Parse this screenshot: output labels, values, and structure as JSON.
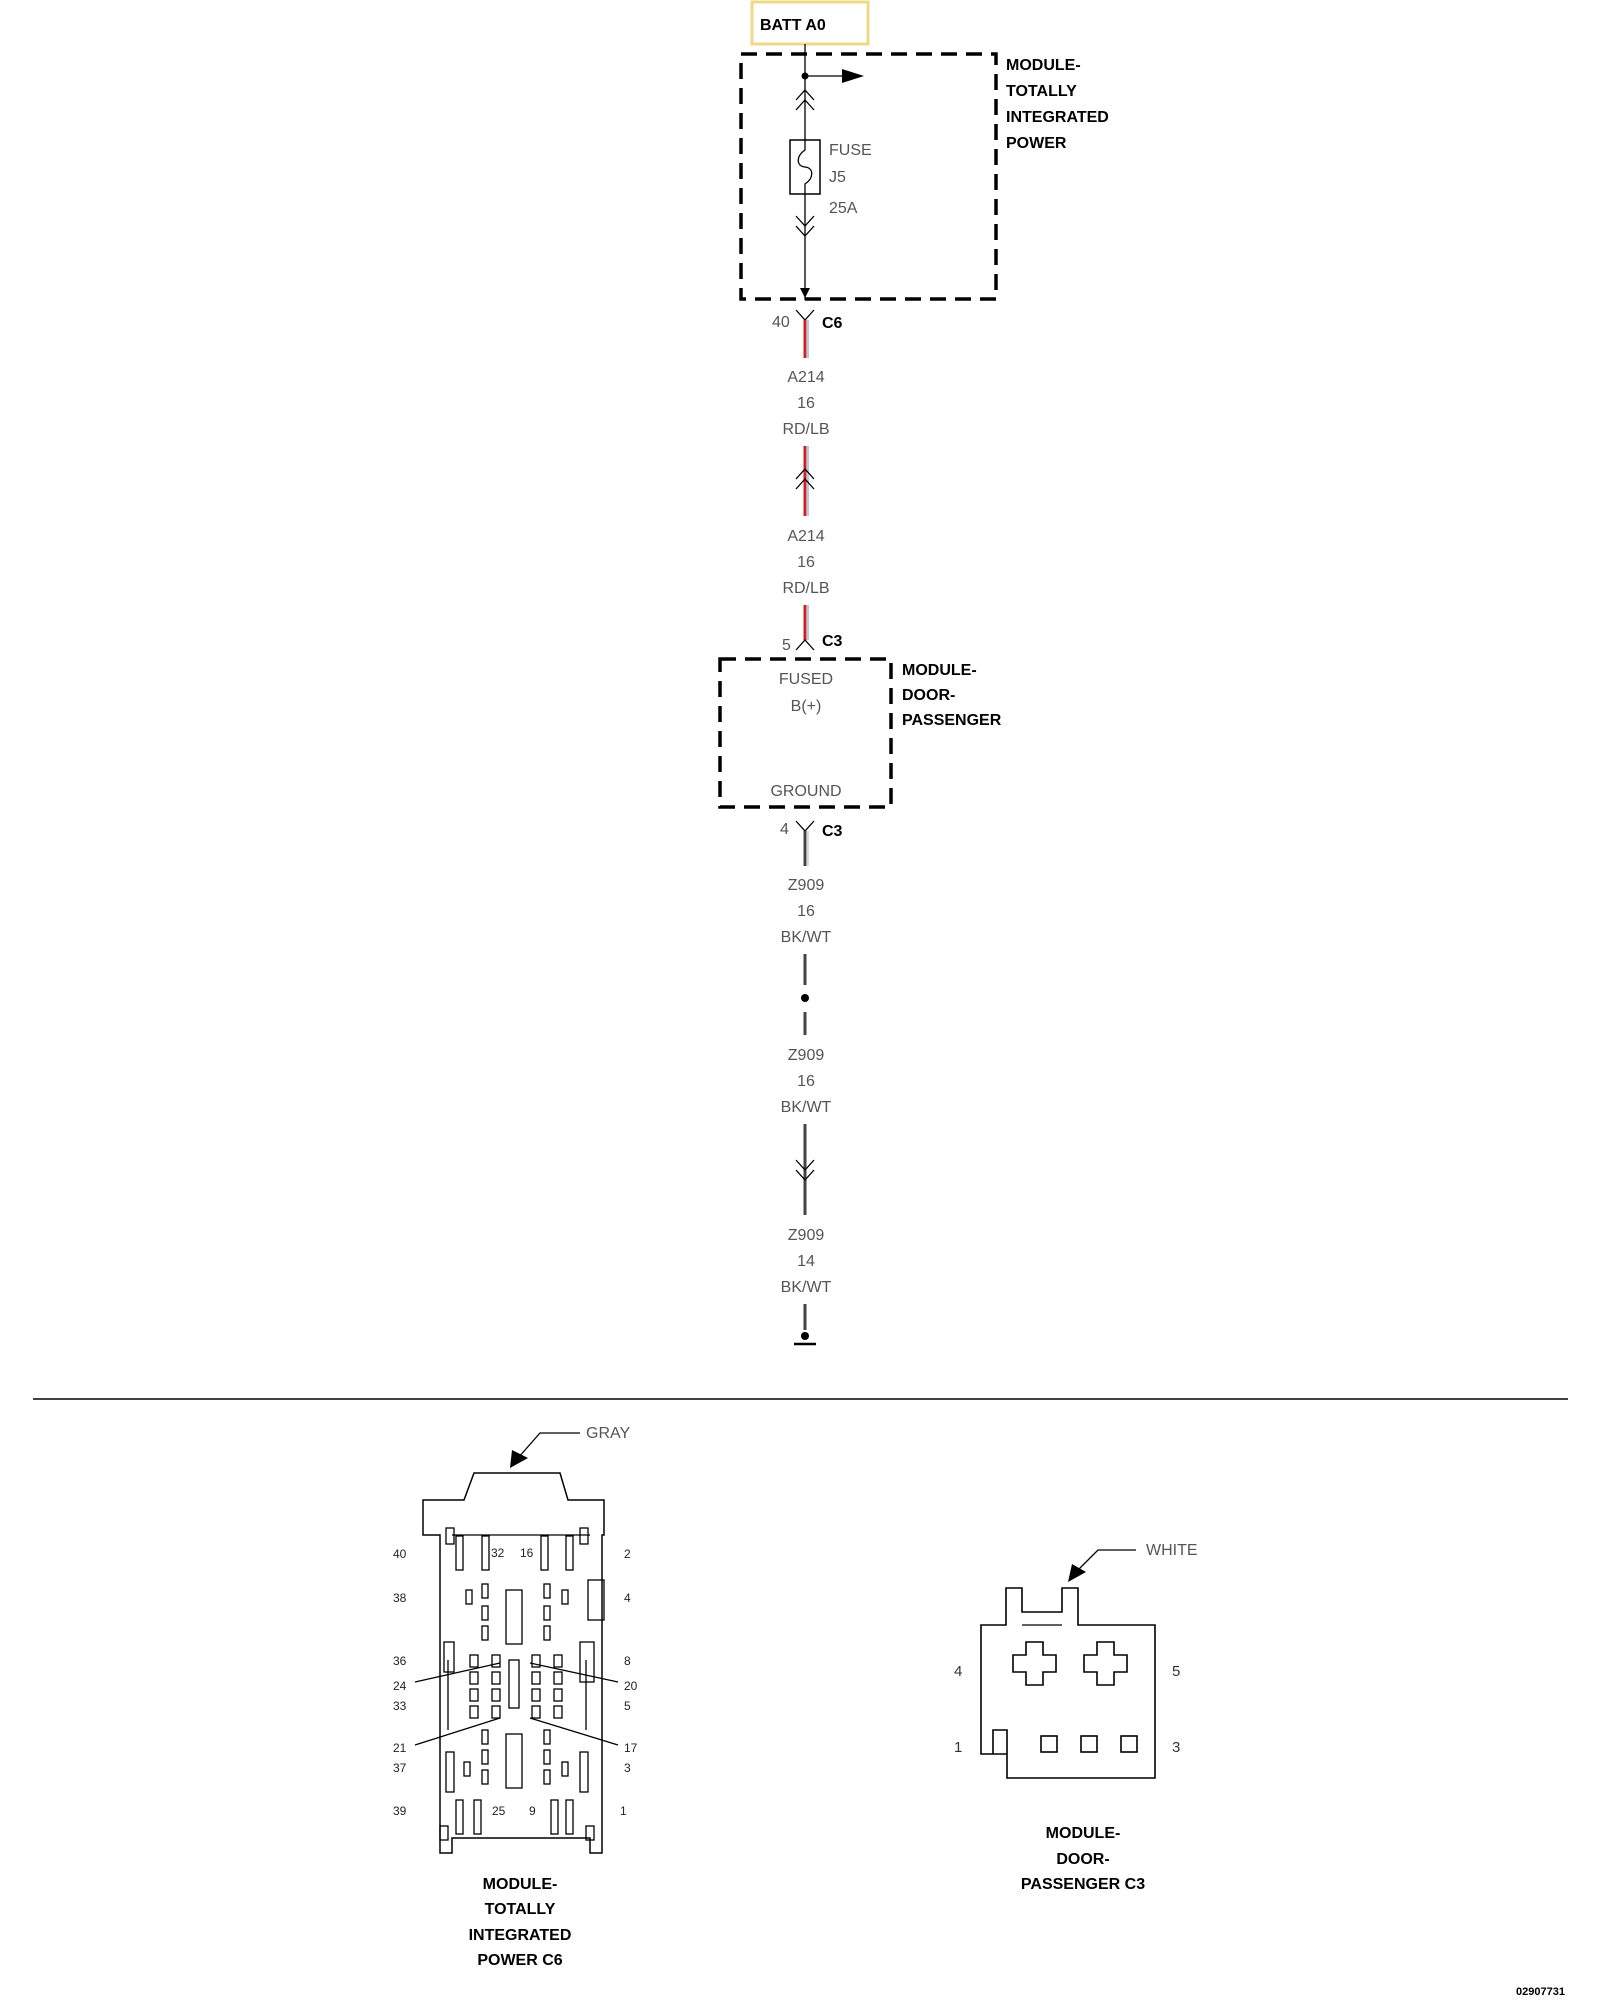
{
  "batt_label": "BATT A0",
  "tip_module": {
    "lines": [
      "MODULE-",
      "TOTALLY",
      "INTEGRATED",
      "POWER"
    ]
  },
  "fuse": {
    "lines": [
      "FUSE",
      "J5",
      "25A"
    ]
  },
  "connector_c6": {
    "pin": "40",
    "name": "C6"
  },
  "wire_a214": {
    "circuit": "A214",
    "gauge": "16",
    "color": "RD/LB",
    "colors_hex": [
      "#d21f1f",
      "#8fb8e8"
    ]
  },
  "connector_c3_top": {
    "pin": "5",
    "name": "C3"
  },
  "door_module": {
    "lines": [
      "MODULE-",
      "DOOR-",
      "PASSENGER"
    ],
    "fused_lines": [
      "FUSED",
      "B(+)"
    ],
    "ground_label": "GROUND"
  },
  "connector_c3_bottom": {
    "pin": "4",
    "name": "C3"
  },
  "wire_z909_a": {
    "circuit": "Z909",
    "gauge": "16",
    "color": "BK/WT"
  },
  "wire_z909_b": {
    "circuit": "Z909",
    "gauge": "16",
    "color": "BK/WT"
  },
  "wire_z909_c": {
    "circuit": "Z909",
    "gauge": "14",
    "color": "BK/WT"
  },
  "connector_view_c6": {
    "color_label": "GRAY",
    "caption_lines": [
      "MODULE-",
      "TOTALLY",
      "INTEGRATED",
      "POWER C6"
    ],
    "pins_left": [
      "40",
      "38",
      "36",
      "24",
      "33",
      "21",
      "37",
      "39"
    ],
    "pins_right": [
      "2",
      "4",
      "8",
      "20",
      "5",
      "17",
      "3",
      "1"
    ],
    "pins_top": [
      "32",
      "16"
    ],
    "pins_bottom": [
      "25",
      "9"
    ]
  },
  "connector_view_c3": {
    "color_label": "WHITE",
    "caption_lines": [
      "MODULE-",
      "DOOR-",
      "PASSENGER C3"
    ],
    "pins": [
      "4",
      "5",
      "1",
      "3"
    ]
  },
  "figure_id": "02907731"
}
